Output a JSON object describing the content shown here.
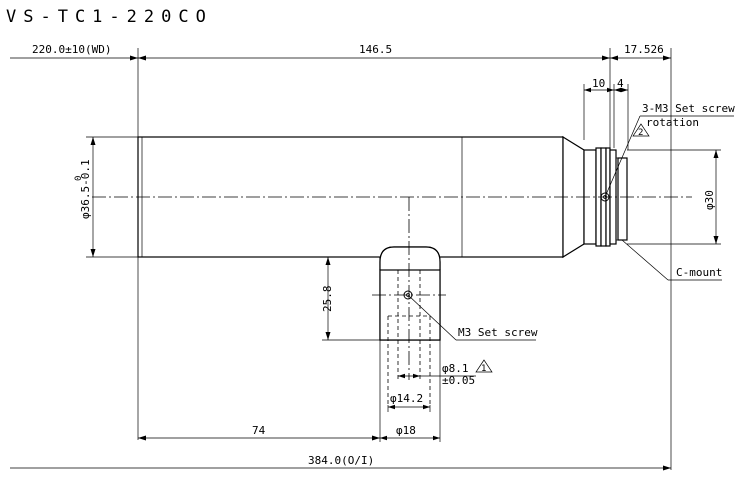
{
  "drawing": {
    "title": "VS-TC1-220CO",
    "dimensions": {
      "working_distance": "220.0±10(WD)",
      "body_length": "146.5",
      "mount_length": "17.526",
      "dim_10": "10",
      "dim_4": "4",
      "diameter_body": "φ36.5-0.1",
      "diameter_body_upper_tol": "0",
      "diameter_mount": "φ30",
      "height_25_8": "25.8",
      "diameter_8_1": "φ8.1",
      "tolerance_8_1": "±0.05",
      "diameter_14_2": "φ14.2",
      "diameter_18": "φ18",
      "dim_74": "74",
      "total_length": "384.0(O/I)"
    },
    "notes": {
      "set_screw_3": "3-M3 Set screw",
      "rotation": "rotation",
      "set_screw_m3": "M3 Set screw",
      "c_mount": "C-mount",
      "marker_1": "1",
      "marker_2": "2"
    }
  }
}
